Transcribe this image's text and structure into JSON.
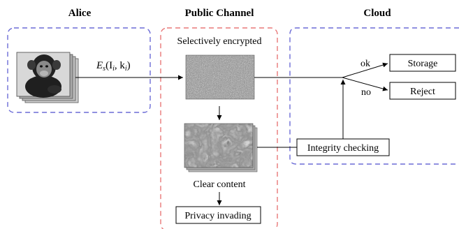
{
  "headers": {
    "alice": "Alice",
    "channel": "Public Channel",
    "cloud": "Cloud"
  },
  "labels": {
    "selectively_encrypted": "Selectively encrypted",
    "clear_content": "Clear content",
    "encryption_func": "E",
    "encryption_sub": "s",
    "encryption_args": "(I",
    "args_i": "i",
    "args_comma": ", k",
    "args_k": "i",
    "args_close": ")",
    "ok": "ok",
    "no": "no"
  },
  "boxes": {
    "storage": "Storage",
    "reject": "Reject",
    "integrity": "Integrity checking",
    "privacy": "Privacy invading"
  },
  "colors": {
    "blue_dash": "#6b6bd6",
    "red_dash": "#e87878",
    "line": "#000000"
  },
  "images": {
    "chimp": "chimpanzee photo stack",
    "encrypted": "noise image",
    "clear": "partially decrypted image"
  }
}
